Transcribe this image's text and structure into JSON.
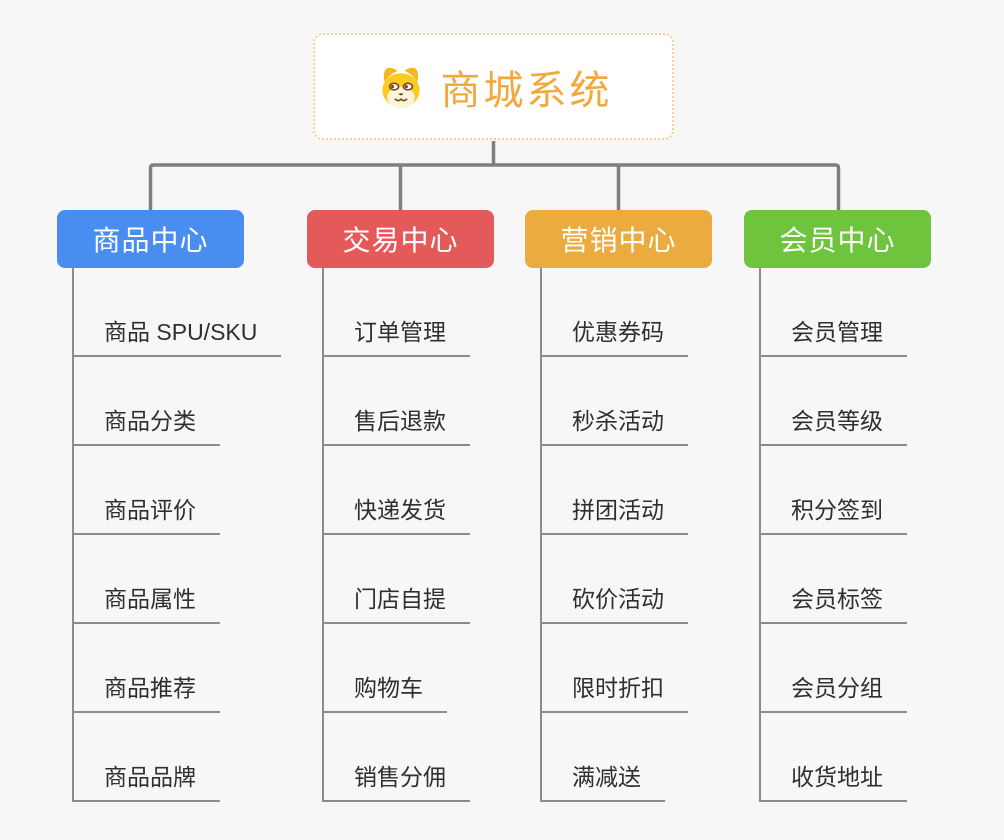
{
  "root": {
    "title": "商城系统",
    "icon": "dog-face-icon"
  },
  "branches": [
    {
      "label": "商品中心",
      "color": "#4A8DF0",
      "children": [
        "商品 SPU/SKU",
        "商品分类",
        "商品评价",
        "商品属性",
        "商品推荐",
        "商品品牌"
      ]
    },
    {
      "label": "交易中心",
      "color": "#E45A5A",
      "children": [
        "订单管理",
        "售后退款",
        "快递发货",
        "门店自提",
        "购物车",
        "销售分佣"
      ]
    },
    {
      "label": "营销中心",
      "color": "#EBAB3F",
      "children": [
        "优惠券码",
        "秒杀活动",
        "拼团活动",
        "砍价活动",
        "限时折扣",
        "满减送"
      ]
    },
    {
      "label": "会员中心",
      "color": "#6EC43C",
      "children": [
        "会员管理",
        "会员等级",
        "积分签到",
        "会员标签",
        "会员分组",
        "收货地址"
      ]
    }
  ],
  "colors": {
    "background": "#F7F7F7",
    "connector": "#7F7F7F",
    "leaf_line": "#8C8C8C",
    "leaf_text": "#2F2F2F",
    "root_text": "#F2A93B",
    "root_border": "#F7CE92",
    "root_bg": "#FFFFFF",
    "node_text": "#FFFFFF"
  }
}
